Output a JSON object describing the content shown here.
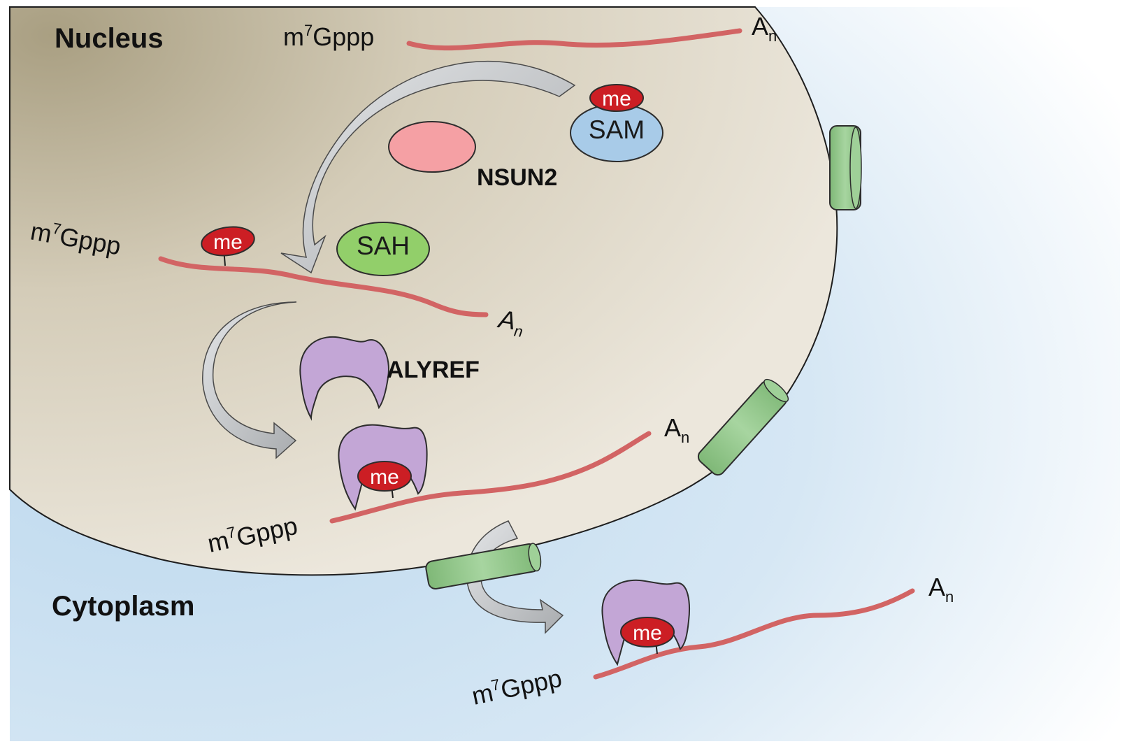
{
  "compartments": {
    "nucleus": "Nucleus",
    "cytoplasm": "Cytoplasm"
  },
  "labels": {
    "cap_prefix": "m",
    "cap_superscript": "7",
    "cap_suffix": "Gppp",
    "polya_base": "A",
    "polya_subscript": "n",
    "methyl": "me",
    "sam": "SAM",
    "sah": "SAH",
    "nsun2": "NSUN2",
    "alyref": "ALYREF"
  },
  "colors": {
    "nucleus_fill": "#e6e0d2",
    "nucleus_shade": "#b2a88c",
    "cytoplasm_fill": "#c8dff0",
    "mrna": "#d26464",
    "methyl": "#cc1e24",
    "sam": "#a8cbe8",
    "sah": "#92cf6a",
    "nsun2": "#f5a0a4",
    "alyref": "#c3a6d6",
    "pore": "#8fc48a",
    "arrow": "#bcbfc2"
  }
}
